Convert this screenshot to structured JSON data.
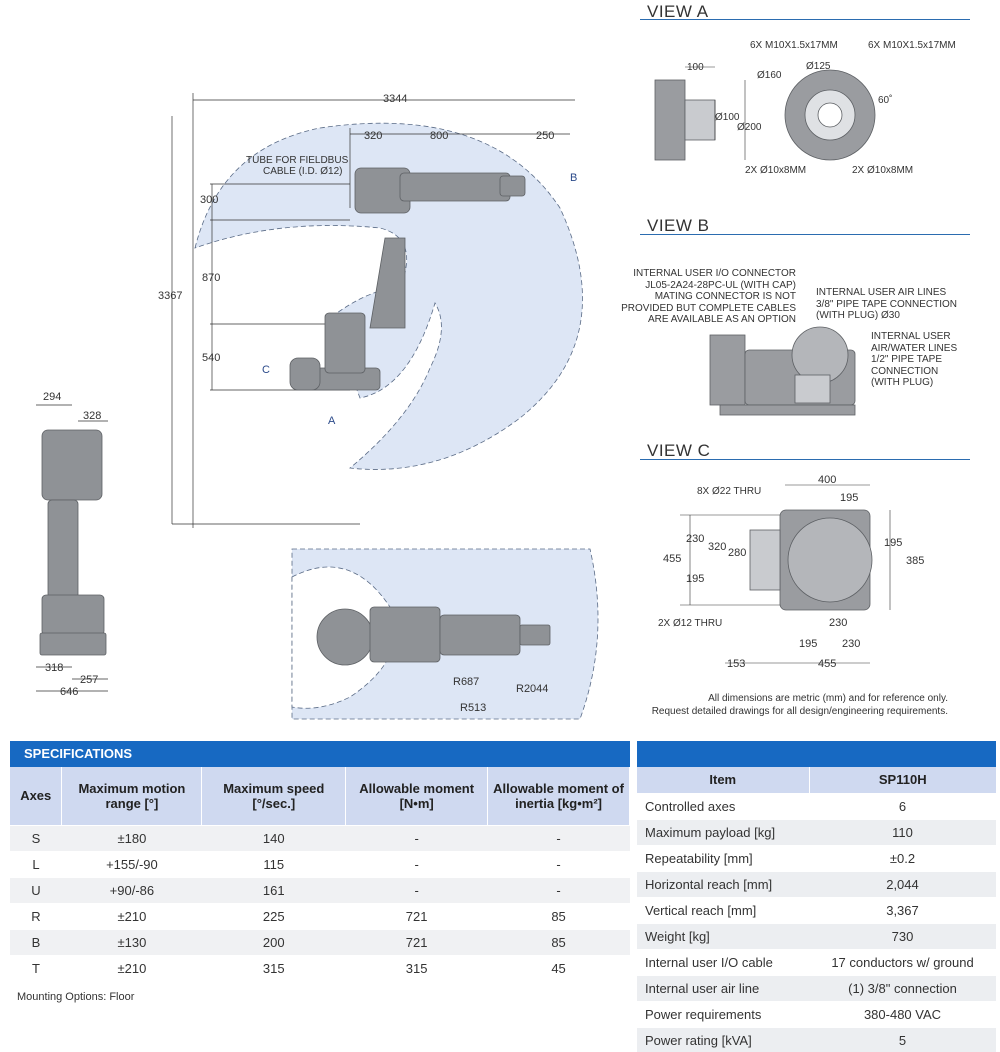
{
  "views": {
    "a": {
      "title": "VIEW A",
      "labels": {
        "bolt_left": "6X M10X1.5x17MM",
        "bolt_right": "6X M10X1.5x17MM",
        "d125": "Ø125",
        "d160": "Ø160",
        "angle": "60˚",
        "len100": "100",
        "d100": "Ø100",
        "d200": "Ø200",
        "pin_left": "2X Ø10x8MM",
        "pin_right": "2X Ø10x8MM"
      }
    },
    "b": {
      "title": "VIEW B",
      "io_connector": [
        "INTERNAL USER I/O CONNECTOR",
        "JL05-2A24-28PC-UL (WITH CAP)",
        "MATING CONNECTOR IS NOT",
        "PROVIDED BUT COMPLETE CABLES",
        "ARE AVAILABLE AS AN OPTION"
      ],
      "air_lines": [
        "INTERNAL USER AIR LINES",
        "3/8\" PIPE TAPE CONNECTION",
        "(WITH PLUG) Ø30"
      ],
      "water_lines": [
        "INTERNAL USER",
        "AIR/WATER LINES",
        "1/2\" PIPE TAPE",
        "CONNECTION",
        "(WITH PLUG)"
      ]
    },
    "c": {
      "title": "VIEW C",
      "labels": {
        "holes8": "8X Ø22 THRU",
        "holes2": "2X Ø12 THRU",
        "w400": "400",
        "w195t": "195",
        "h195r": "195",
        "h385": "385",
        "h230": "230",
        "h320": "320",
        "h280": "280",
        "h455": "455",
        "h195l": "195",
        "w230": "230",
        "w195b": "195",
        "w230b": "230",
        "w153": "153",
        "w455b": "455"
      }
    }
  },
  "side_view": {
    "labels": {
      "d3344": "3344",
      "d320": "320",
      "d800": "800",
      "d250": "250",
      "d300": "300",
      "d870": "870",
      "d540": "540",
      "d3367": "3367",
      "tube1": "TUBE FOR FIELDBUS",
      "tube2": "CABLE (I.D. Ø12)",
      "markA": "A",
      "markB": "B",
      "markC": "C"
    }
  },
  "front_view": {
    "labels": {
      "d294": "294",
      "d328": "328",
      "d318": "318",
      "d257": "257",
      "d646": "646"
    }
  },
  "top_view": {
    "labels": {
      "r687": "R687",
      "r513": "R513",
      "r2044": "R2044"
    }
  },
  "notes": [
    "All dimensions are metric (mm) and for reference only.",
    "Request detailed drawings for all design/engineering requirements."
  ],
  "specifications": {
    "title": "SPECIFICATIONS",
    "headers": [
      "Axes",
      "Maximum motion range [°]",
      "Maximum speed [°/sec.]",
      "Allowable moment [N•m]",
      "Allowable moment of inertia [kg•m²]"
    ],
    "rows": [
      [
        "S",
        "±180",
        "140",
        "-",
        "-"
      ],
      [
        "L",
        "+155/-90",
        "115",
        "-",
        "-"
      ],
      [
        "U",
        "+90/-86",
        "161",
        "-",
        "-"
      ],
      [
        "R",
        "±210",
        "225",
        "721",
        "85"
      ],
      [
        "B",
        "±130",
        "200",
        "721",
        "85"
      ],
      [
        "T",
        "±210",
        "315",
        "315",
        "45"
      ]
    ],
    "footnote": "Mounting Options: Floor"
  },
  "item_table": {
    "headers": [
      "Item",
      "SP110H"
    ],
    "rows": [
      [
        "Controlled axes",
        "6"
      ],
      [
        "Maximum payload [kg]",
        "110"
      ],
      [
        "Repeatability [mm]",
        "±0.2"
      ],
      [
        "Horizontal reach [mm]",
        "2,044"
      ],
      [
        "Vertical reach [mm]",
        "3,367"
      ],
      [
        "Weight [kg]",
        "730"
      ],
      [
        "Internal user I/O cable",
        "17 conductors w/ ground"
      ],
      [
        "Internal user air line",
        "(1) 3/8\" connection"
      ],
      [
        "Power requirements",
        "380-480 VAC"
      ],
      [
        "Power rating [kVA]",
        "5"
      ]
    ]
  },
  "colors": {
    "accent": "#1769c2",
    "header_bg": "#cfd9f0",
    "envelope": "#dde6f5",
    "robot": "#8a8a8a"
  }
}
